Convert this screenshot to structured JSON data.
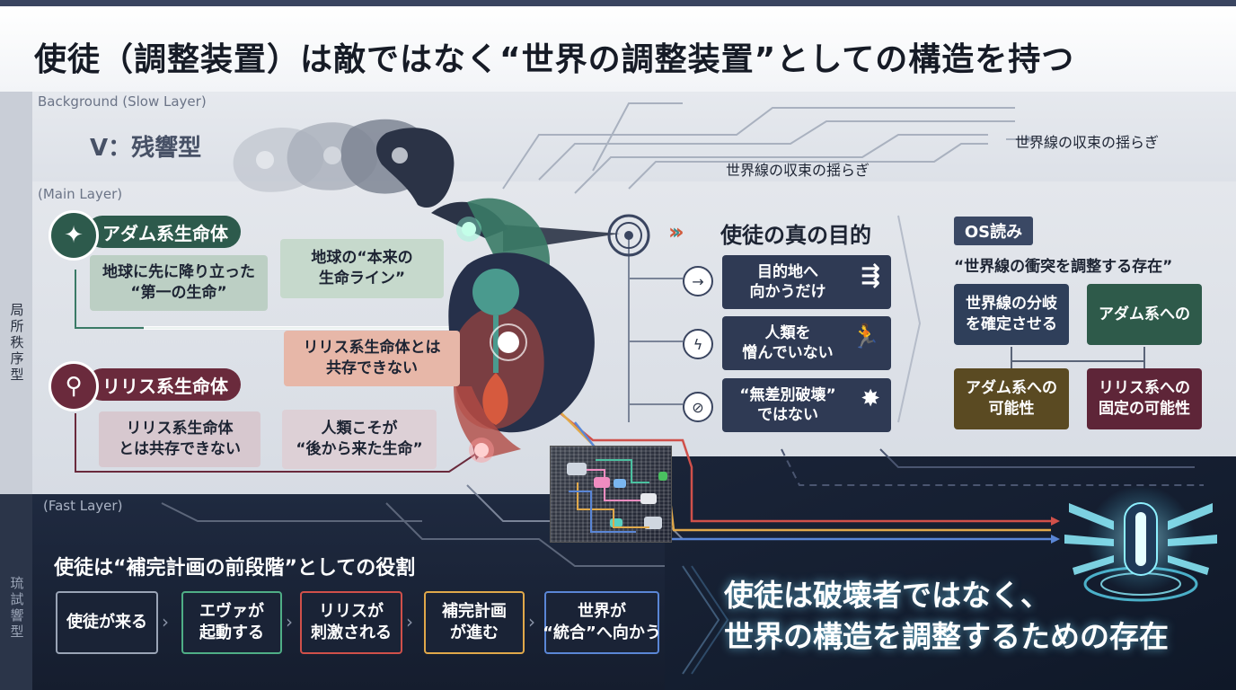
{
  "title": "使徒（調整装置）は敵ではなく“世界の調整装置”としての構造を持つ",
  "layers": {
    "background": "Background (Slow Layer)",
    "main": "(Main Layer)",
    "fast": "(Fast Layer)",
    "side_local": "局所秩序型",
    "side_fast": "琉試響型"
  },
  "slow": {
    "type_label": "V：残響型",
    "note_right": "世界線の収束の揺らぎ",
    "note_center": "世界線の収束の揺らぎ"
  },
  "adam": {
    "label": "アダム系生命体",
    "bubble1": [
      "地球に先に降り立った",
      "“第一の生命”"
    ],
    "bubble2": [
      "地球の“本来の",
      "生命ライン”"
    ]
  },
  "lilith": {
    "label": "リリス系生命体",
    "bubble_center": [
      "リリス系生命体とは",
      "共存できない"
    ],
    "bubble1": [
      "リリス系生命体",
      "とは共存できない"
    ],
    "bubble2": [
      "人類こそが",
      "“後から来た生命”"
    ]
  },
  "purpose": {
    "title": "使徒の真の目的",
    "items": [
      {
        "icon": "→",
        "lines": [
          "目的地へ",
          "向かうだけ"
        ],
        "glyph": "⇶"
      },
      {
        "icon": "ϟ",
        "lines": [
          "人類を",
          "憎んでいない"
        ],
        "glyph": "🏃"
      },
      {
        "icon": "⊘",
        "lines": [
          "“無差別破壊”",
          "ではない"
        ],
        "glyph": "✸"
      }
    ]
  },
  "os": {
    "tag": "OS読み",
    "quote": "“世界線の衝突を調整する存在”",
    "box_top_left": [
      "世界線の分岐",
      "を確定させる"
    ],
    "box_top_right": [
      "アダム系への"
    ],
    "box_bottom_left": [
      "アダム系への",
      "可能性"
    ],
    "box_bottom_right": [
      "リリス系への",
      "固定の可能性"
    ]
  },
  "fast": {
    "title": "使徒は“補完計画の前段階”としての役割",
    "steps": [
      {
        "lines": [
          "使徒が来る"
        ],
        "color": "#9aa4b6"
      },
      {
        "lines": [
          "エヴァが",
          "起動する"
        ],
        "color": "#4fae86"
      },
      {
        "lines": [
          "リリスが",
          "刺激される"
        ],
        "color": "#d0504a"
      },
      {
        "lines": [
          "補完計画",
          "が進む"
        ],
        "color": "#e0a84a"
      },
      {
        "lines": [
          "世界が",
          "“統合”へ向かう"
        ],
        "color": "#5a86d6"
      }
    ]
  },
  "conclusion": [
    "使徒は破壊者ではなく、",
    "世界の構造を調整するための存在"
  ],
  "colors": {
    "adam_green": "#2d5a4c",
    "lilith_maroon": "#6a2a3c",
    "dark_box": "#2f3a54",
    "os_teal": "#2e5a4a",
    "os_brown": "#5a4a22",
    "os_maroon": "#5e2538"
  }
}
